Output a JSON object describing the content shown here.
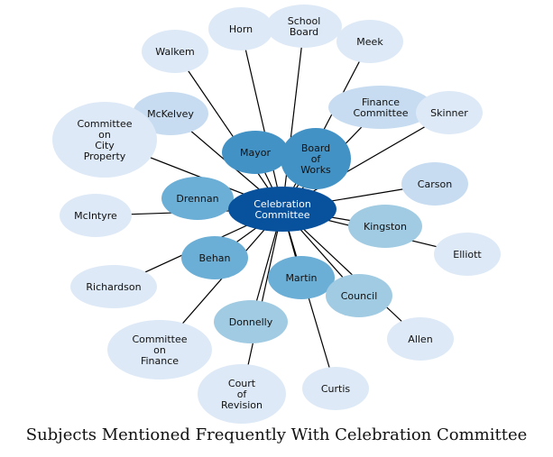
{
  "caption": "Subjects Mentioned Frequently With Celebration Committee",
  "colors": {
    "lightest": "#dde9f6",
    "light": "#c7dcf0",
    "mid_light": "#a1cbe2",
    "mid": "#6baed6",
    "mid_dark": "#4292c6",
    "dark": "#08519c"
  },
  "nodes": [
    {
      "id": "center",
      "label": "Celebration\nCommittee",
      "shade": "dark"
    },
    {
      "id": "horn",
      "label": "Horn",
      "shade": "lightest"
    },
    {
      "id": "school-board",
      "label": "School\nBoard",
      "shade": "lightest"
    },
    {
      "id": "meek",
      "label": "Meek",
      "shade": "lightest"
    },
    {
      "id": "walkem",
      "label": "Walkem",
      "shade": "lightest"
    },
    {
      "id": "finance-committee",
      "label": "Finance\nCommittee",
      "shade": "light"
    },
    {
      "id": "skinner",
      "label": "Skinner",
      "shade": "lightest"
    },
    {
      "id": "mckelvey",
      "label": "McKelvey",
      "shade": "light"
    },
    {
      "id": "committee-city-property",
      "label": "Committee\non\nCity\nProperty",
      "shade": "lightest"
    },
    {
      "id": "mayor",
      "label": "Mayor",
      "shade": "mid_dark"
    },
    {
      "id": "board-of-works",
      "label": "Board\nof\nWorks",
      "shade": "mid_dark"
    },
    {
      "id": "carson",
      "label": "Carson",
      "shade": "light"
    },
    {
      "id": "drennan",
      "label": "Drennan",
      "shade": "mid"
    },
    {
      "id": "mcintyre",
      "label": "McIntyre",
      "shade": "lightest"
    },
    {
      "id": "kingston",
      "label": "Kingston",
      "shade": "mid_light"
    },
    {
      "id": "elliott",
      "label": "Elliott",
      "shade": "lightest"
    },
    {
      "id": "behan",
      "label": "Behan",
      "shade": "mid"
    },
    {
      "id": "richardson",
      "label": "Richardson",
      "shade": "lightest"
    },
    {
      "id": "martin",
      "label": "Martin",
      "shade": "mid"
    },
    {
      "id": "council",
      "label": "Council",
      "shade": "mid_light"
    },
    {
      "id": "donnelly",
      "label": "Donnelly",
      "shade": "mid_light"
    },
    {
      "id": "committee-on-finance",
      "label": "Committee\non\nFinance",
      "shade": "lightest"
    },
    {
      "id": "allen",
      "label": "Allen",
      "shade": "lightest"
    },
    {
      "id": "court-of-revision",
      "label": "Court\nof\nRevision",
      "shade": "lightest"
    },
    {
      "id": "curtis",
      "label": "Curtis",
      "shade": "lightest"
    }
  ],
  "edges": [
    [
      "center",
      "horn"
    ],
    [
      "center",
      "school-board"
    ],
    [
      "center",
      "meek"
    ],
    [
      "center",
      "walkem"
    ],
    [
      "center",
      "finance-committee"
    ],
    [
      "center",
      "skinner"
    ],
    [
      "center",
      "mckelvey"
    ],
    [
      "center",
      "committee-city-property"
    ],
    [
      "center",
      "mayor"
    ],
    [
      "center",
      "board-of-works"
    ],
    [
      "center",
      "carson"
    ],
    [
      "center",
      "drennan"
    ],
    [
      "center",
      "mcintyre"
    ],
    [
      "center",
      "kingston"
    ],
    [
      "center",
      "elliott"
    ],
    [
      "center",
      "behan"
    ],
    [
      "center",
      "richardson"
    ],
    [
      "center",
      "martin"
    ],
    [
      "center",
      "council"
    ],
    [
      "center",
      "donnelly"
    ],
    [
      "center",
      "committee-on-finance"
    ],
    [
      "center",
      "allen"
    ],
    [
      "center",
      "court-of-revision"
    ],
    [
      "center",
      "curtis"
    ]
  ]
}
